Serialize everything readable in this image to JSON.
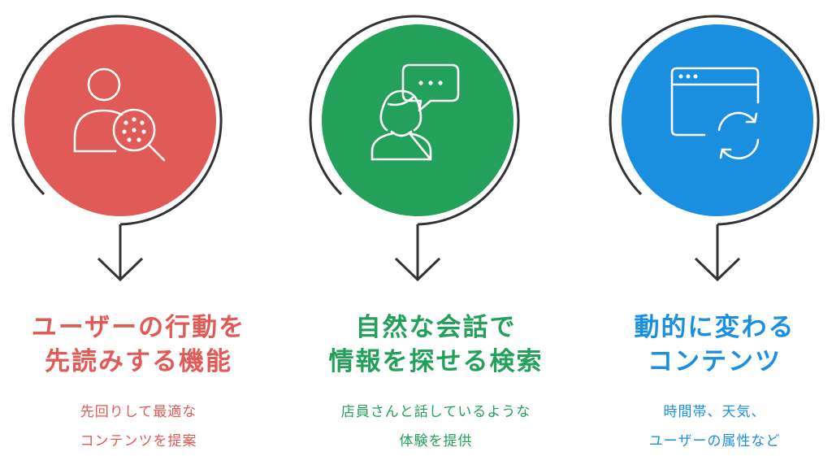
{
  "features": [
    {
      "icon": "user-search-icon",
      "color": "#e05a57",
      "title_lines": [
        "ユーザーの行動を",
        "先読みする機能"
      ],
      "desc_lines": [
        "先回りして最適な",
        "コンテンツを提案"
      ]
    },
    {
      "icon": "chat-person-icon",
      "color": "#23a05a",
      "title_lines": [
        "自然な会話で",
        "情報を探せる検索"
      ],
      "desc_lines": [
        "店員さんと話しているような",
        "体験を提供"
      ]
    },
    {
      "icon": "browser-refresh-icon",
      "color": "#1a8fe0",
      "title_lines": [
        "動的に変わる",
        "コンテンツ"
      ],
      "desc_lines": [
        "時間帯、天気、",
        "ユーザーの属性など"
      ]
    }
  ],
  "colors": {
    "ring": "#333333",
    "icon": "#ffffff"
  }
}
